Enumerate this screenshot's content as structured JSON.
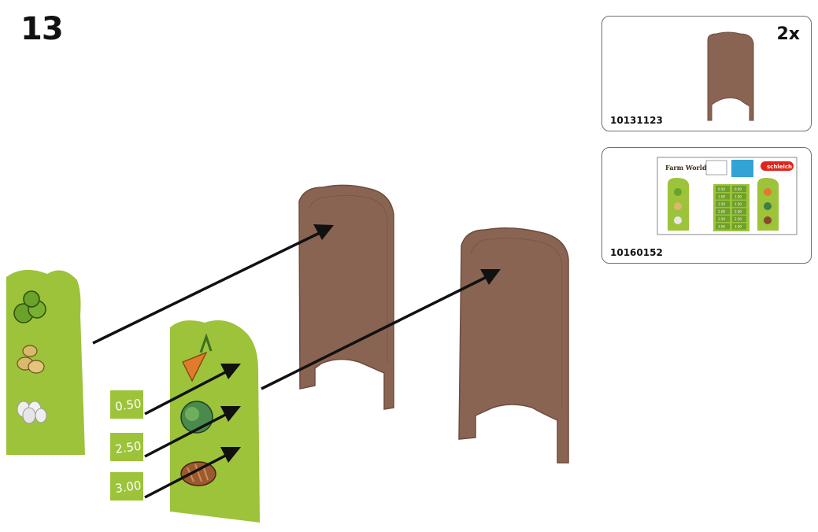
{
  "step": {
    "number": "13"
  },
  "parts": [
    {
      "part_number": "10131123",
      "quantity": "2x",
      "icon": "board-icon"
    },
    {
      "part_number": "10160152",
      "icon": "sticker-sheet-icon",
      "sheet": {
        "title": "Farm World",
        "logo": "schleich",
        "prices_left": [
          "0.50",
          "1.00",
          "1.50",
          "2.00",
          "2.50",
          "3.00"
        ],
        "prices_right": [
          "0.50",
          "1.00",
          "1.50",
          "2.00",
          "2.50",
          "3.00"
        ]
      }
    }
  ],
  "price_labels": [
    "0.50",
    "2.50",
    "3.00"
  ],
  "colors": {
    "board_brown": "#8a6453",
    "sticker_green": "#9cc33a",
    "arrow": "#111111"
  }
}
